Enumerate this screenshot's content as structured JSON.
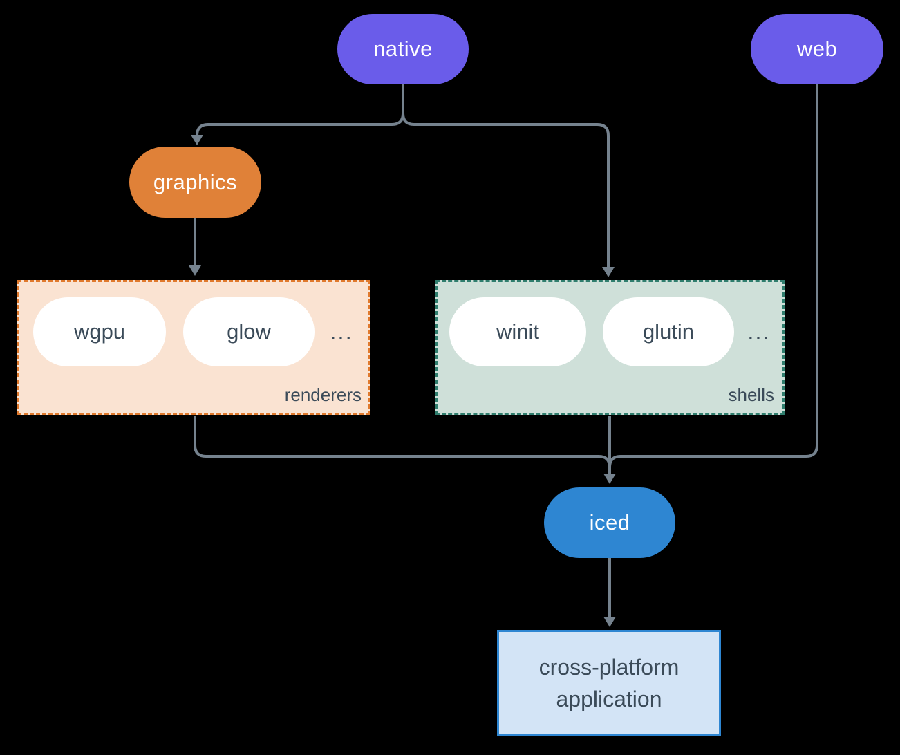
{
  "diagram": {
    "background": "#000000",
    "connector_color": "#75828e",
    "text_color": "#3b4b59",
    "nodes": {
      "native": {
        "label": "native",
        "color": "#6a5cea"
      },
      "web": {
        "label": "web",
        "color": "#6a5cea"
      },
      "graphics": {
        "label": "graphics",
        "color": "#e08138"
      },
      "iced": {
        "label": "iced",
        "color": "#2e86d2"
      },
      "application": {
        "line1": "cross-platform",
        "line2": "application",
        "fill": "#d3e4f6",
        "border": "#2e86d2"
      }
    },
    "groups": {
      "renderers": {
        "label": "renderers",
        "items": [
          "wgpu",
          "glow"
        ],
        "ellipsis": "...",
        "fill": "#fae3d2",
        "border": "#e0792c"
      },
      "shells": {
        "label": "shells",
        "items": [
          "winit",
          "glutin"
        ],
        "ellipsis": "...",
        "fill": "#cfe0d9",
        "border": "#2f7d6d"
      }
    }
  }
}
